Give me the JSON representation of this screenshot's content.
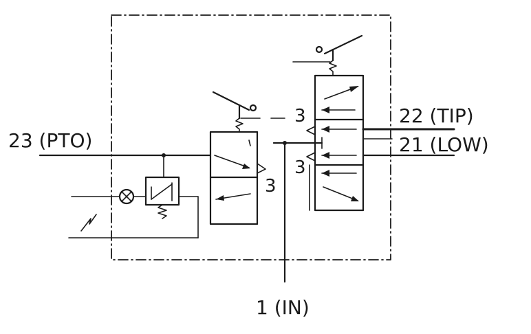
{
  "ports": {
    "pto": "23 (PTO)",
    "tip": "22 (TIP)",
    "low": "21 (LOW)",
    "in": "1 (IN)"
  },
  "exhaust_labels": {
    "left_valve_exhaust": "3",
    "right_valve_top_exhaust": "3",
    "right_valve_bottom_exhaust": "3"
  },
  "colors": {
    "line": "#1a1a1a",
    "background": "#ffffff"
  },
  "icons": [
    "manual-lever-icon",
    "pressure-switch-icon",
    "indicator-lamp-icon",
    "spring-return-icon"
  ]
}
